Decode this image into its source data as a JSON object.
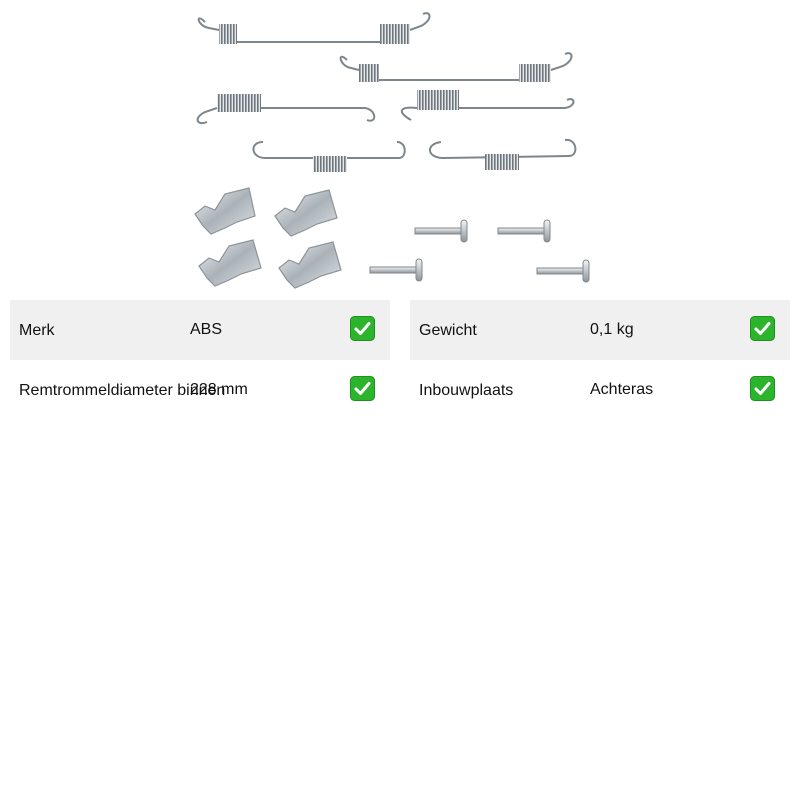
{
  "product": {
    "image_description_icon": "brake-shoe-spring-kit-image"
  },
  "specs_left": [
    {
      "label": "Merk",
      "value": "ABS",
      "icon": "check-icon"
    },
    {
      "label": "Remtrommeldiameter binnen",
      "value": "228 mm",
      "icon": "check-icon"
    }
  ],
  "specs_right": [
    {
      "label": "Gewicht",
      "value": "0,1 kg",
      "icon": "check-icon"
    },
    {
      "label": "Inbouwplaats",
      "value": "Achteras",
      "icon": "check-icon"
    }
  ],
  "colors": {
    "row_shade": "#f0f0f0",
    "check_green": "#2cb52c",
    "metal": "#9aa3aa"
  }
}
